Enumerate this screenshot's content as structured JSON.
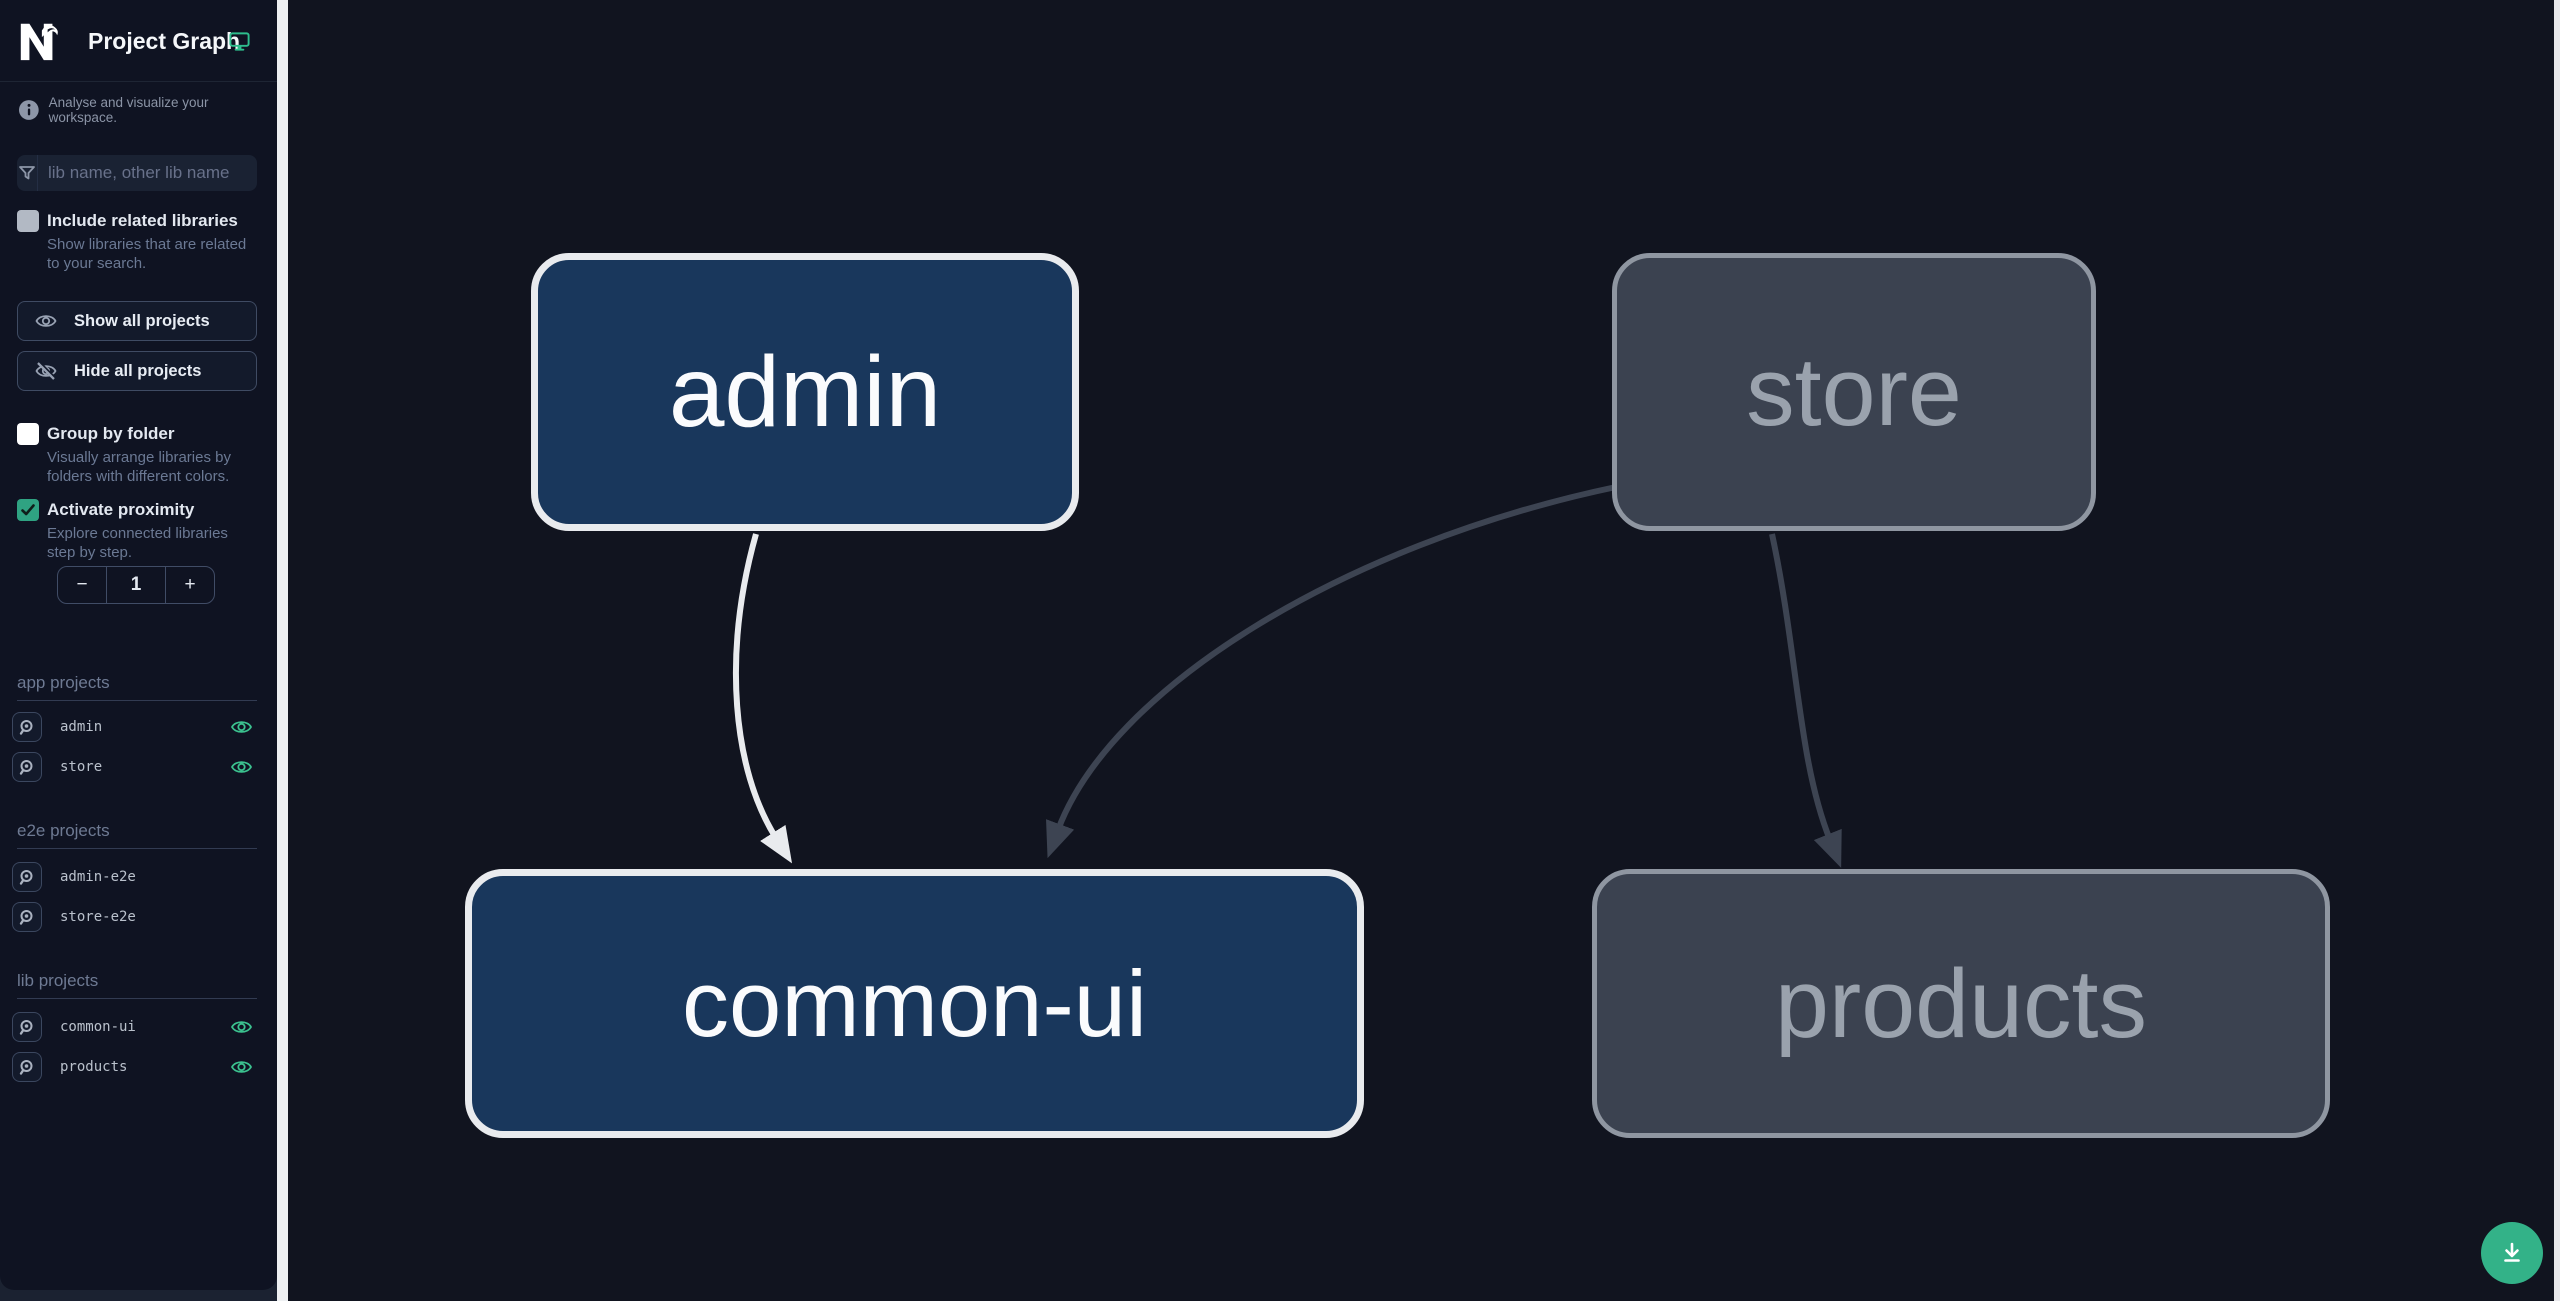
{
  "header": {
    "title": "Project Graph"
  },
  "info": {
    "text": "Analyse and visualize your workspace."
  },
  "search": {
    "placeholder": "lib name, other lib name"
  },
  "controls": {
    "include_related": {
      "label": "Include related libraries",
      "checked": false,
      "description": "Show libraries that are related to your search."
    },
    "show_all_label": "Show all projects",
    "hide_all_label": "Hide all projects",
    "group_by_folder": {
      "label": "Group by folder",
      "checked": false,
      "description": "Visually arrange libraries by folders with different colors."
    },
    "activate_proximity": {
      "label": "Activate proximity",
      "checked": true,
      "description": "Explore connected libraries step by step."
    }
  },
  "stepper": {
    "decrement_label": "−",
    "value": "1",
    "increment_label": "+"
  },
  "sections": [
    {
      "title": "app projects",
      "items": [
        {
          "name": "admin",
          "visible": true
        },
        {
          "name": "store",
          "visible": true
        }
      ]
    },
    {
      "title": "e2e projects",
      "items": [
        {
          "name": "admin-e2e",
          "visible": false
        },
        {
          "name": "store-e2e",
          "visible": false
        }
      ]
    },
    {
      "title": "lib projects",
      "items": [
        {
          "name": "common-ui",
          "visible": true
        },
        {
          "name": "products",
          "visible": true
        }
      ]
    }
  ],
  "graph": {
    "nodes": [
      {
        "id": "admin",
        "label": "admin",
        "state": "focused"
      },
      {
        "id": "store",
        "label": "store",
        "state": "unfocused"
      },
      {
        "id": "common-ui",
        "label": "common-ui",
        "state": "focused"
      },
      {
        "id": "products",
        "label": "products",
        "state": "unfocused"
      }
    ],
    "edges": [
      {
        "from": "admin",
        "to": "common-ui",
        "state": "focused"
      },
      {
        "from": "store",
        "to": "common-ui",
        "state": "unfocused"
      },
      {
        "from": "store",
        "to": "products",
        "state": "unfocused"
      }
    ]
  },
  "icons": {
    "logo": "nx-logo",
    "header_right": "monitor-icon",
    "info": "info-circle-icon",
    "search": "filter-funnel-icon",
    "show_all": "eye-icon",
    "hide_all": "eye-off-icon",
    "project_focus": "focus-magnifier-icon",
    "project_visibility": "eye-outline-icon",
    "fab": "download-icon"
  },
  "colors": {
    "accent_green": "#33b288",
    "checkbox_checked_green": "#2fa382",
    "eye_green": "#3bc18f",
    "focused_node_fill": "#19375c",
    "focused_node_border": "#e9ebee",
    "unfocused_node_fill": "#3b4250",
    "unfocused_node_border": "#8f96a1",
    "edge_focused": "#e9ebee",
    "edge_unfocused": "#3d4452",
    "sidebar_bg": "#0f1322",
    "canvas_bg": "#11141f"
  }
}
